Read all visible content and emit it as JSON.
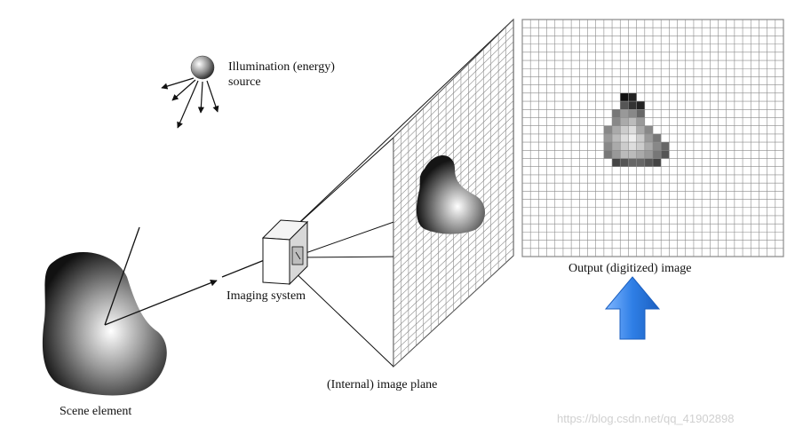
{
  "labels": {
    "illumination_line1": "Illumination (energy)",
    "illumination_line2": "source",
    "imaging_system": "Imaging system",
    "internal_plane": "(Internal) image plane",
    "output_image": "Output (digitized) image",
    "scene_element": "Scene element"
  },
  "watermark": "https://blog.csdn.net/qq_41902898",
  "colors": {
    "arrow_blue": "#2f7fe6",
    "arrow_blue_light": "#7fb6ff",
    "grid_line": "#8a8a8a",
    "ink": "#111111"
  }
}
